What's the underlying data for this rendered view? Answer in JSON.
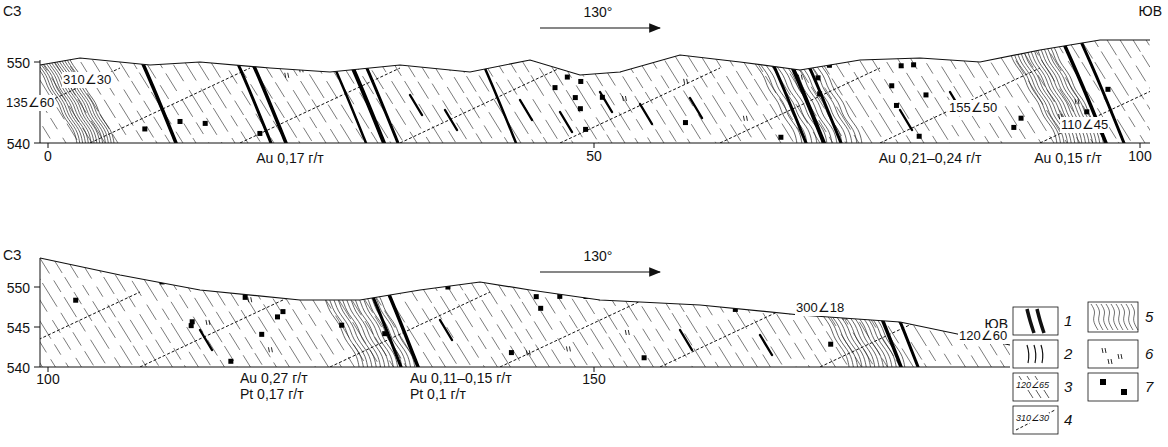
{
  "diagram": {
    "labels": [
      "СЗ",
      "130°",
      "ЮВ",
      "550",
      "545",
      "540",
      "0",
      "50",
      "100",
      "135∠60",
      "310∠30",
      "155∠50",
      "110∠45",
      "Au 0,17 г/т",
      "Au 0,21–0,24 г/т",
      "Au 0,15 г/т",
      "СЗ",
      "130°",
      "ЮВ",
      "550",
      "545",
      "540",
      "100",
      "Au 0,27 г/т",
      "Pt 0,17 г/т",
      "Au 0,11–0,15 г/т",
      "Pt 0,1 г/т",
      "150",
      "300∠18",
      "120∠60",
      "120∠65",
      "310∠30"
    ],
    "legend": [
      {
        "text": "1"
      },
      {
        "text": "2"
      },
      {
        "text": "3"
      },
      {
        "text": "4"
      },
      {
        "text": "5"
      },
      {
        "text": "6"
      },
      {
        "text": "7"
      }
    ]
  }
}
